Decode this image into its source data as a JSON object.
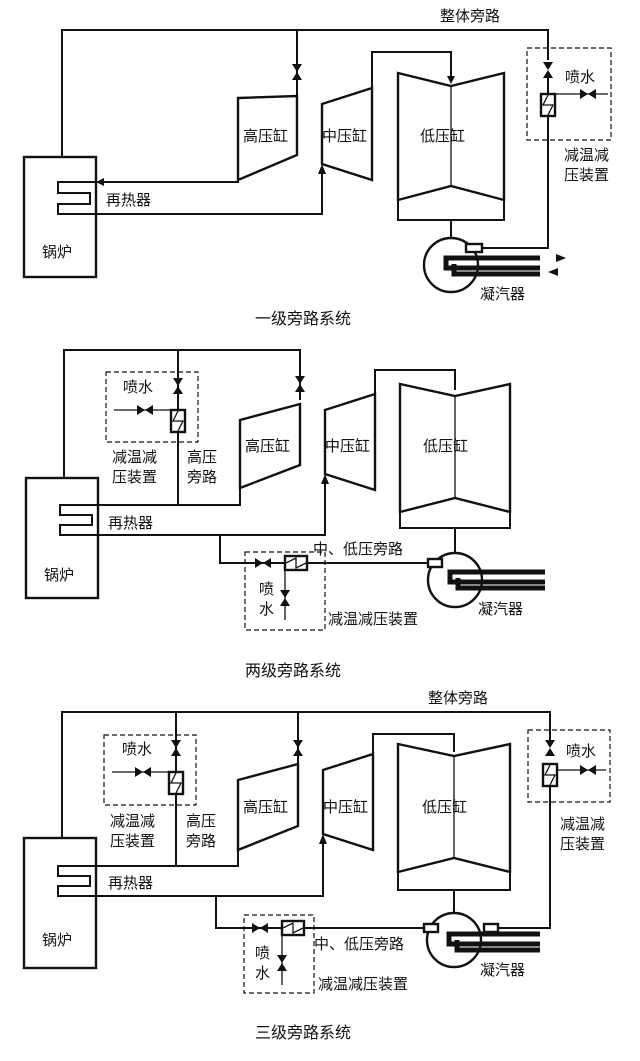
{
  "labels": {
    "boiler": "锅炉",
    "reheater": "再热器",
    "hp_cylinder": "高压缸",
    "ip_cylinder": "中压缸",
    "lp_cylinder": "低压缸",
    "condenser": "凝汽器",
    "spray_water": "喷水",
    "spray_water_vertical": [
      "喷",
      "水"
    ],
    "whole_bypass": "整体旁路",
    "desuperheater_line1": "减温减",
    "desuperheater_line2": "压装置",
    "desuperheater_single": "减温减压装置",
    "hp_bypass_line1": "高压",
    "hp_bypass_line2": "旁路",
    "ip_lp_bypass": "中、低压旁路"
  },
  "captions": {
    "one_stage": "一级旁路系统",
    "two_stage": "两级旁路系统",
    "three_stage": "三级旁路系统"
  }
}
